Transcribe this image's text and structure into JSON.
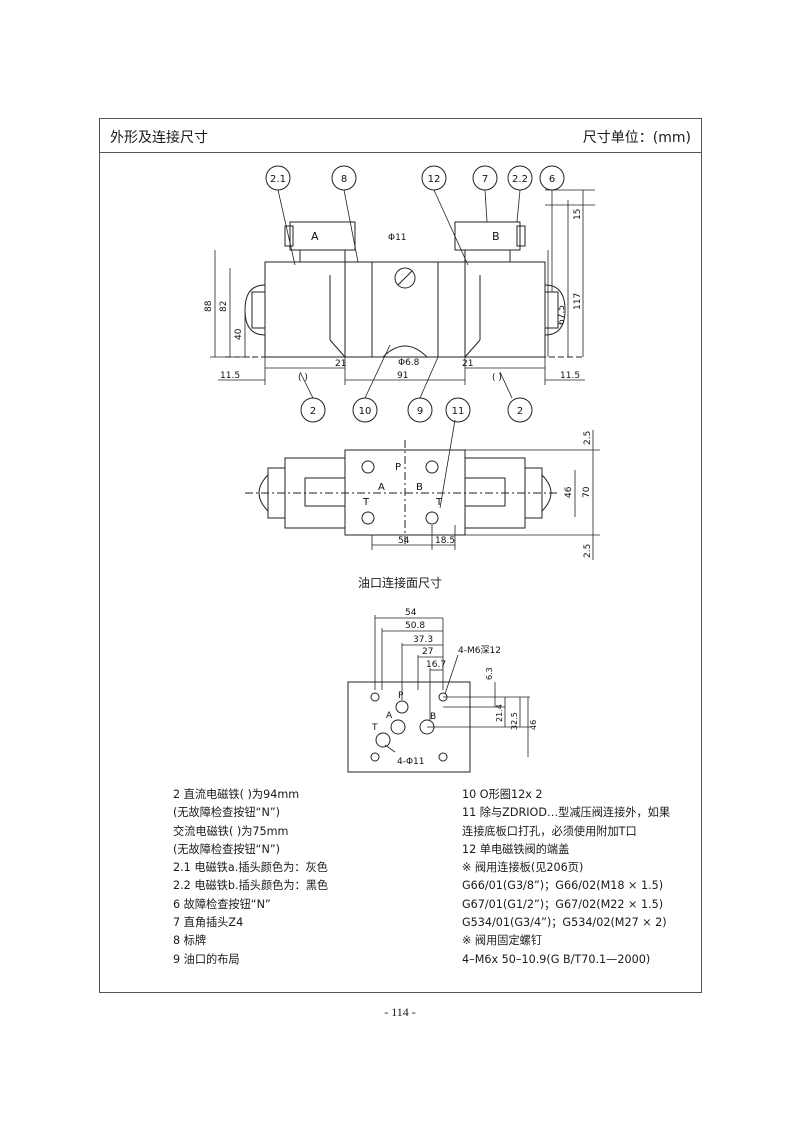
{
  "header": {
    "title": "外形及连接尺寸",
    "unit_label": "尺寸单位：(mm)"
  },
  "drawing_top": {
    "balloons": [
      "2.1",
      "8",
      "12",
      "7",
      "2.2",
      "6",
      "2",
      "10",
      "9",
      "11",
      "2"
    ],
    "solenoid_a_letter": "A",
    "solenoid_b_letter": "B",
    "dims": {
      "phi11": "Φ11",
      "phi6_8": "Φ6.8",
      "d15": "15",
      "d117": "117",
      "d67_5": "67.5",
      "d88": "88",
      "d82": "82",
      "d40": "40",
      "d21_left": "21",
      "d21_right": "21",
      "d91": "91",
      "d11_5_left": "11.5",
      "d11_5_right": "11.5",
      "paren_left": "( )",
      "paren_right": "( )"
    }
  },
  "drawing_plan": {
    "port_p": "P",
    "port_a": "A",
    "port_b": "B",
    "port_t_left": "T",
    "port_t_right": "T",
    "dims": {
      "d2_5_top": "2.5",
      "d46": "46",
      "d70": "70",
      "d2_5_bottom": "2.5",
      "d54": "54",
      "d18_5": "18.5"
    }
  },
  "subface": {
    "title": "油口连接面尺寸",
    "dims": {
      "d54": "54",
      "d50_8": "50.8",
      "d37_3": "37.3",
      "d27": "27",
      "d16_7": "16.7",
      "m6": "4-M6深12",
      "d6_3": "6.3",
      "d21_4": "21.4",
      "d32_5": "32.5",
      "d46": "46",
      "phi11": "4-Φ11"
    },
    "ports": {
      "p": "P",
      "a": "A",
      "b": "B",
      "t": "T"
    }
  },
  "legend_left": [
    "2  直流电磁铁(  )为94mm",
    "   (无故障检查按钮“N”)",
    "   交流电磁铁(  )为75mm",
    "   (无故障检查按钮“N”)",
    "2.1 电磁铁a.插头颜色为：灰色",
    "2.2 电磁铁b.插头颜色为：黑色",
    "6  故障检查按钮“N”",
    "7  直角插头Z4",
    "8  标牌",
    "9  油口的布局"
  ],
  "legend_right": [
    "10  O形圈12x 2",
    "11  除与ZDRIOD…型减压阀连接外，如果",
    "    连接底板口打孔，必须使用附加T口",
    "12  单电磁铁阀的端盖",
    "※  阀用连接板(见206页)",
    "G66/01(G3/8”)；G66/02(M18 × 1.5)",
    "G67/01(G1/2”)；G67/02(M22 × 1.5)",
    "G534/01(G3/4”)；G534/02(M27 × 2)",
    "※  阀用固定螺钉",
    "4–M6x 50–10.9(G B/T70.1—2000)"
  ],
  "page_number": "- 114 -"
}
